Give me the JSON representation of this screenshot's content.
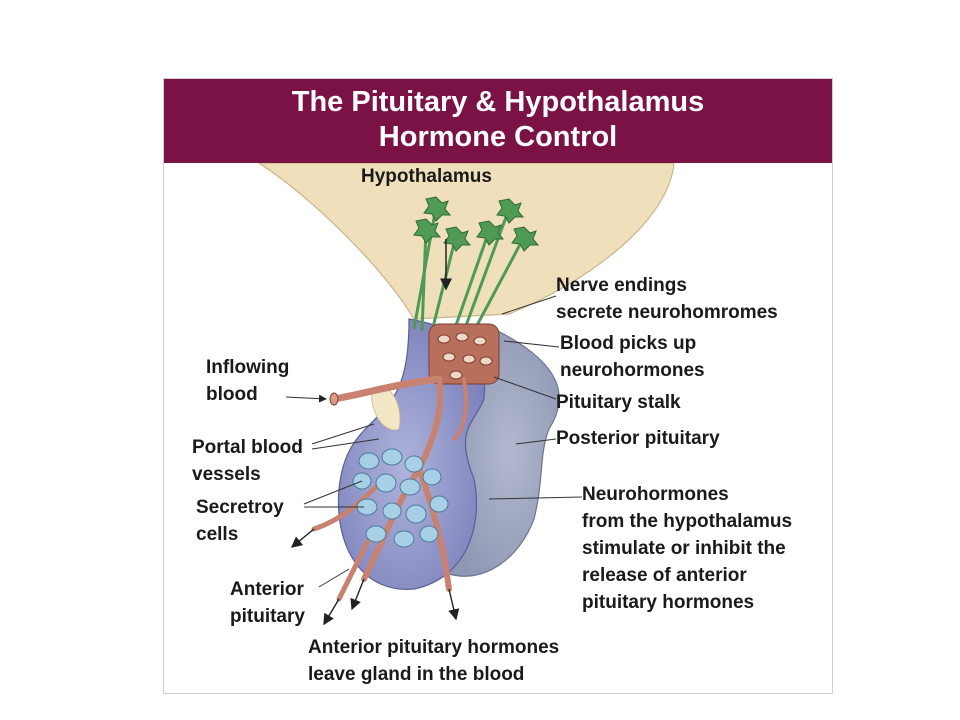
{
  "title": {
    "line1": "The Pituitary & Hypothalamus",
    "line2": "Hormone Control"
  },
  "colors": {
    "header": "#7a1246",
    "hypothalamus": "#efe0bb",
    "anterior_pituitary": "#8a8fc4",
    "posterior_pituitary": "#9aa3be",
    "blood_vessel": "#c9826f",
    "secretory_cell": "#a7d0e6",
    "nerve_cell": "#4f9b53"
  },
  "labels": {
    "hypothalamus": "Hypothalamus",
    "nerve_endings": [
      "Nerve endings",
      "secrete neurohomromes"
    ],
    "blood_picks_up": [
      "Blood picks up",
      "neurohormones"
    ],
    "pituitary_stalk": "Pituitary stalk",
    "posterior_pituitary": "Posterior pituitary",
    "inflowing_blood": [
      "Inflowing",
      "blood"
    ],
    "portal_vessels": [
      "Portal blood",
      "vessels"
    ],
    "secretory_cells": [
      "Secretroy",
      "cells"
    ],
    "anterior_pituitary": [
      "Anterior",
      "pituitary"
    ],
    "neurohormones_effect": [
      "Neurohormones",
      "from the hypothalamus",
      "stimulate or inhibit the",
      "release of anterior",
      "pituitary hormones"
    ],
    "hormones_leave": [
      "Anterior pituitary hormones",
      "leave gland in the blood"
    ]
  }
}
